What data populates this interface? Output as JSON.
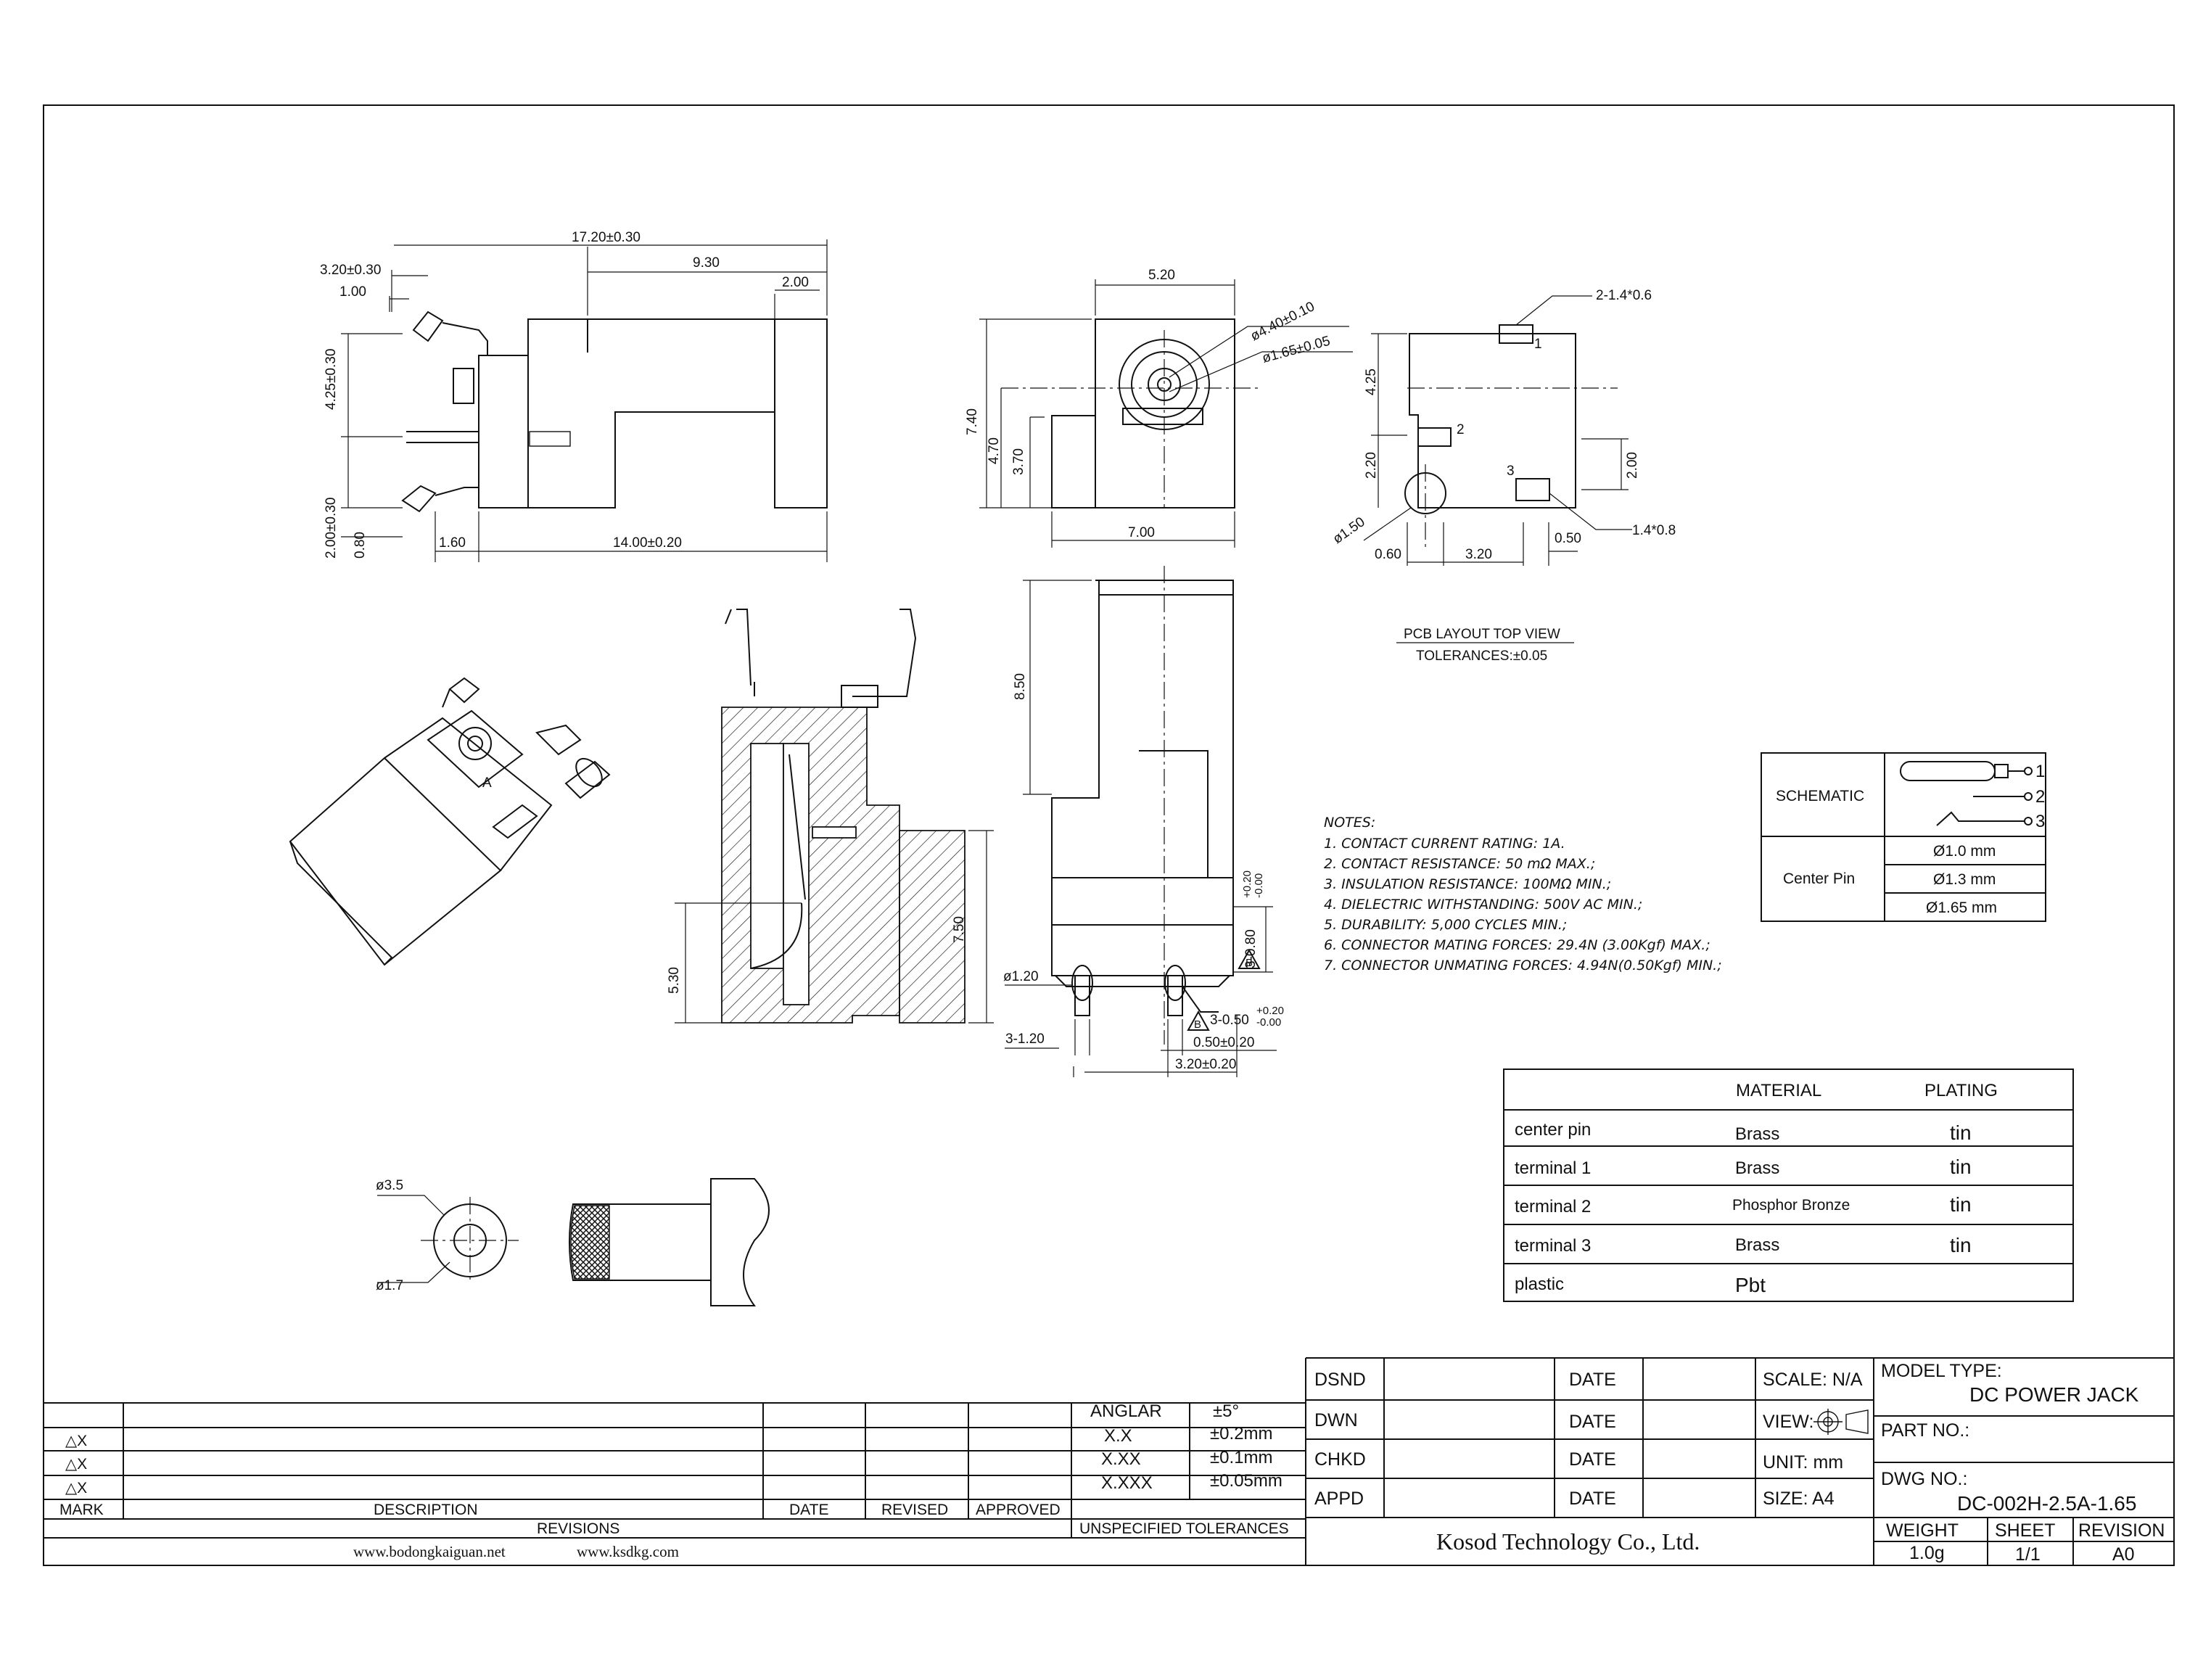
{
  "drawing": {
    "side_view": {
      "dims": [
        "17.20±0.30",
        "9.30",
        "3.20±0.30",
        "1.00",
        "2.00",
        "4.25±0.30",
        "2.00±0.30",
        "0.80",
        "1.60",
        "14.00±0.20"
      ]
    },
    "front_view": {
      "dims": [
        "5.20",
        "ø4.40±0.10",
        "ø1.65±0.05",
        "7.40",
        "4.70",
        "3.70",
        "7.00"
      ]
    },
    "pcb_layout": {
      "dims": [
        "2-1.4*0.6",
        "4.25",
        "2.20",
        "2.00",
        "ø1.50",
        "0.60",
        "3.20",
        "0.50",
        "1.4*0.8"
      ],
      "pins": [
        "1",
        "2",
        "3"
      ],
      "title": "PCB  LAYOUT  TOP  VIEW",
      "tolerance": "TOLERANCES:±0.05"
    },
    "section_view": {
      "dims": [
        "5.30",
        "7.50"
      ],
      "marker": "A"
    },
    "bottom_view": {
      "dims": [
        "8.50",
        "ø1.20",
        "3-1.20",
        "3-0.80",
        "+0.20",
        "-0.00",
        "3-0.50",
        "+0.20",
        "-0.00",
        "0.50±0.20",
        "3.20±0.20"
      ],
      "marker": "B"
    },
    "plug_view": {
      "dims": [
        "ø3.5",
        "ø1.7"
      ]
    },
    "notes": {
      "title": "NOTES:",
      "items": [
        "1.  CONTACT  CURRENT  RATING:  1A.",
        "2.  CONTACT  RESISTANCE:  50  mΩ  MAX.;",
        "3.  INSULATION  RESISTANCE:  100MΩ  MIN.;",
        "4.  DIELECTRIC  WITHSTANDING:  500V  AC  MIN.;",
        "5.  DURABILITY:  5,000  CYCLES  MIN.;",
        "6.  CONNECTOR  MATING  FORCES:  29.4N  (3.00Kgf)  MAX.;",
        "7.  CONNECTOR  UNMATING  FORCES:  4.94N(0.50Kgf)  MIN.;"
      ]
    }
  },
  "schematic_table": {
    "schematic_label": "SCHEMATIC",
    "pins": [
      "1",
      "2",
      "3"
    ],
    "center_pin_label": "Center Pin",
    "center_pin_options": [
      "Ø1.0 mm",
      "Ø1.3 mm",
      "Ø1.65 mm"
    ]
  },
  "material_table": {
    "headers": [
      "MATERIAL",
      "PLATING"
    ],
    "rows": [
      {
        "part": "center pin",
        "material": "Brass",
        "plating": "tin"
      },
      {
        "part": "terminal 1",
        "material": "Brass",
        "plating": "tin"
      },
      {
        "part": "terminal 2",
        "material": "Phosphor Bronze",
        "plating": "tin"
      },
      {
        "part": "terminal 3",
        "material": "Brass",
        "plating": "tin"
      },
      {
        "part": "plastic",
        "material": "Pbt",
        "plating": ""
      }
    ]
  },
  "revisions": {
    "rows": [
      "△X",
      "△X",
      "△X"
    ],
    "headers": {
      "mark": "MARK",
      "description": "DESCRIPTION",
      "date": "DATE",
      "revised": "REVISED",
      "approved": "APPROVED"
    },
    "footer": "REVISIONS",
    "websites": [
      "www.bodongkaiguan.net",
      "www.ksdkg.com"
    ]
  },
  "tolerances": {
    "rows": [
      {
        "label": "ANGLAR",
        "value": "±5°"
      },
      {
        "label": "X.X",
        "value": "±0.2mm"
      },
      {
        "label": "X.XX",
        "value": "±0.1mm"
      },
      {
        "label": "X.XXX",
        "value": "±0.05mm"
      }
    ],
    "footer": "UNSPECIFIED TOLERANCES"
  },
  "title_block": {
    "sign_rows": [
      "DSND",
      "DWN",
      "CHKD",
      "APPD"
    ],
    "date_label": "DATE",
    "scale": "SCALE: N/A",
    "view": "VIEW:",
    "unit": "UNIT: mm",
    "size": "SIZE: A4",
    "company": "Kosod Technology Co., Ltd.",
    "model_type_label": "MODEL TYPE:",
    "model_type": "DC POWER JACK",
    "part_no_label": "PART NO.:",
    "dwg_no_label": "DWG NO.:",
    "dwg_no": "DC-002H-2.5A-1.65",
    "weight_label": "WEIGHT",
    "weight": "1.0g",
    "sheet_label": "SHEET",
    "sheet": "1/1",
    "revision_label": "REVISION",
    "revision": "A0"
  },
  "colors": {
    "ink": "#111111",
    "paper": "#ffffff"
  }
}
